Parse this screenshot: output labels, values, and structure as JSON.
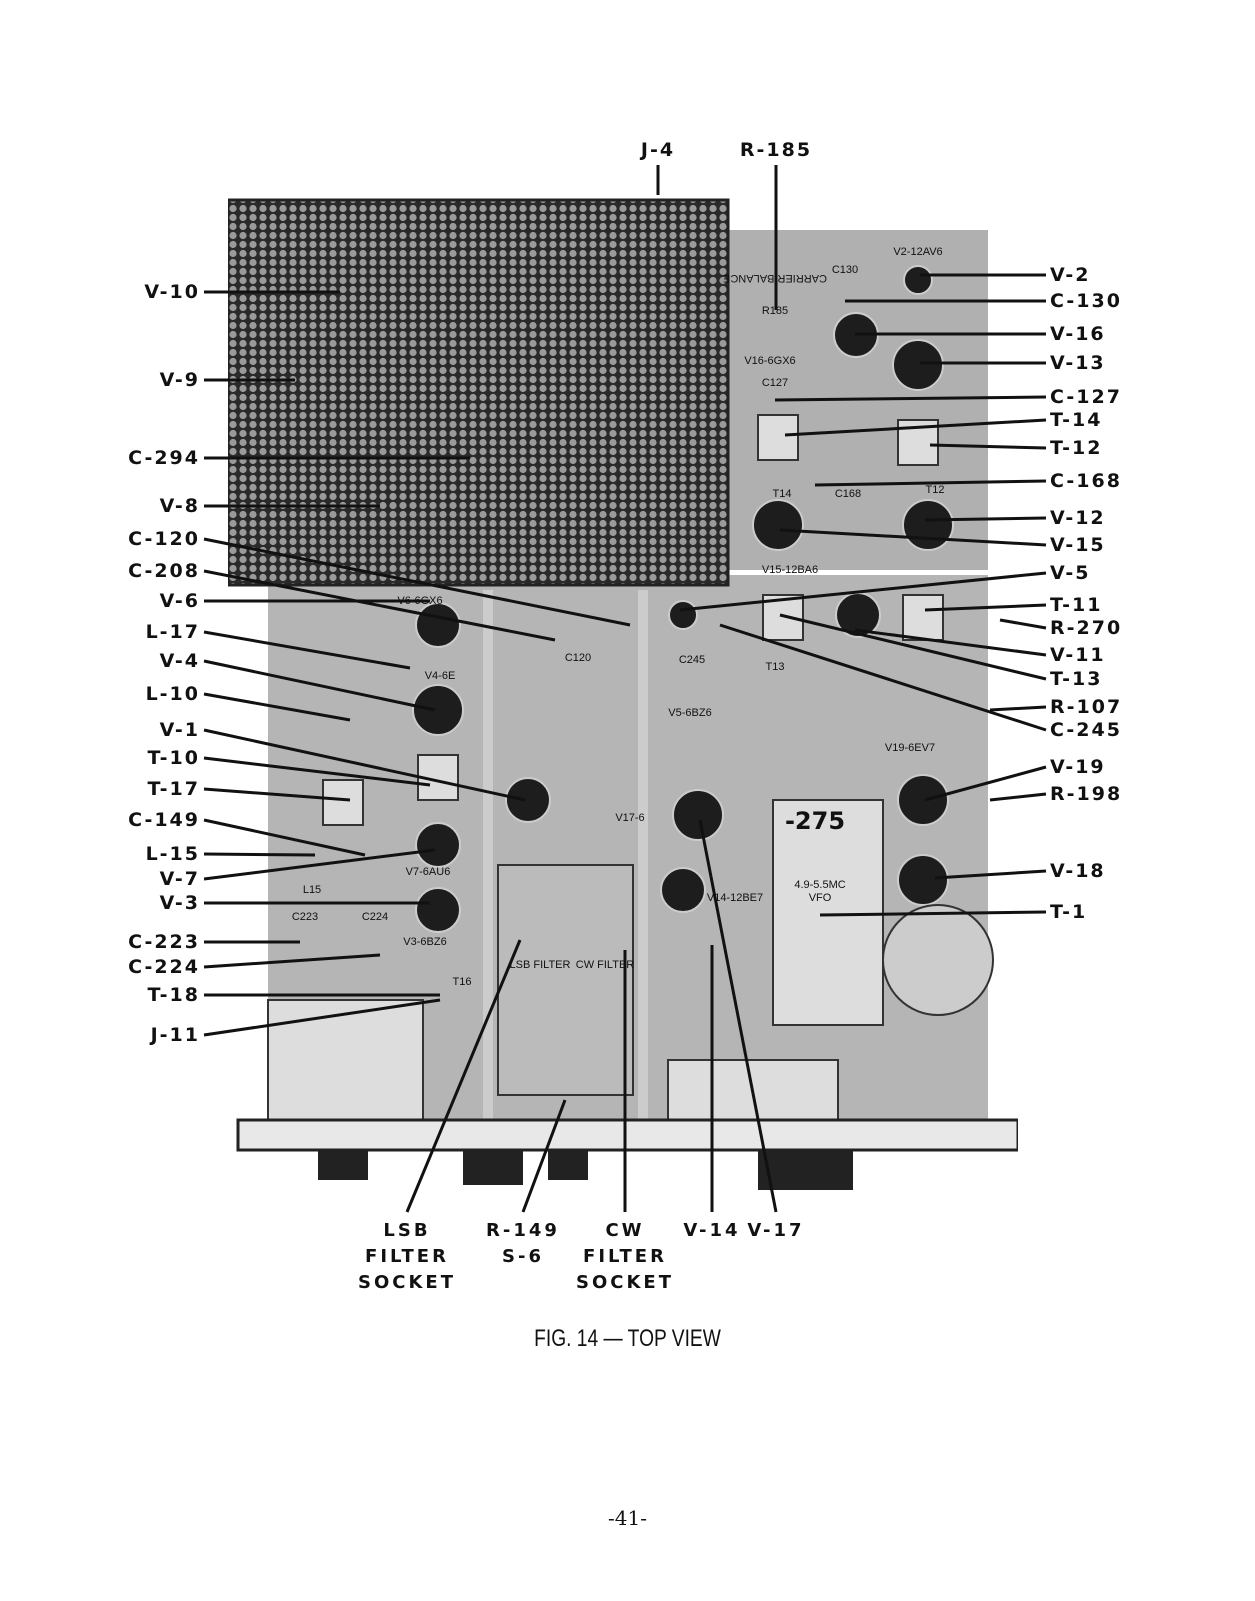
{
  "figure": {
    "caption": "FIG. 14 — TOP VIEW",
    "page_number": "-41-",
    "top_labels": [
      "J-4",
      "R-185"
    ],
    "left_labels": [
      "V-10",
      "V-9",
      "C-294",
      "V-8",
      "C-120",
      "C-208",
      "V-6",
      "L-17",
      "V-4",
      "L-10",
      "V-1",
      "T-10",
      "T-17",
      "C-149",
      "L-15",
      "V-7",
      "V-3",
      "C-223",
      "C-224",
      "T-18",
      "J-11"
    ],
    "right_labels": [
      "V-2",
      "C-130",
      "V-16",
      "V-13",
      "C-127",
      "T-14",
      "T-12",
      "C-168",
      "V-12",
      "V-15",
      "V-5",
      "T-11",
      "R-270",
      "V-11",
      "T-13",
      "R-107",
      "C-245",
      "V-19",
      "R-198",
      "V-18",
      "T-1"
    ],
    "bottom_labels": [
      {
        "lines": [
          "LSB",
          "FILTER",
          "SOCKET"
        ]
      },
      {
        "lines": [
          "R-149",
          "S-6"
        ]
      },
      {
        "lines": [
          "CW",
          "FILTER",
          "SOCKET"
        ]
      },
      {
        "lines": [
          "V-14"
        ]
      },
      {
        "lines": [
          "V-17"
        ]
      }
    ],
    "photo_markings": [
      "V2-12AV6",
      "C130",
      "CARRIER BALANCE",
      "R185",
      "V16-6GX6",
      "C127",
      "C168",
      "T14",
      "T12",
      "V15-12BA6",
      "C245",
      "T13",
      "V5-6BZ6",
      "V19-6EV7",
      "V17-6",
      "-275",
      "4.9-5.5MC",
      "VFO",
      "V14-12BE7",
      "LSB FILTER",
      "CW FILTER",
      "V7-6AU6",
      "L15",
      "C223",
      "C224",
      "V3-6BZ6",
      "T16",
      "V4-6E",
      "V6-6GX6",
      "C120"
    ]
  }
}
